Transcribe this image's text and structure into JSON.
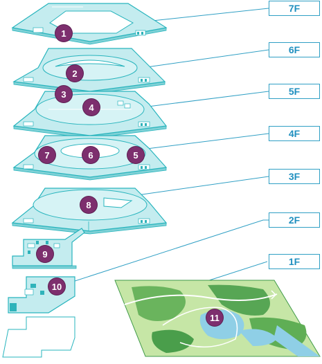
{
  "floors": [
    {
      "id": "7f",
      "label": "7F"
    },
    {
      "id": "6f",
      "label": "6F"
    },
    {
      "id": "5f",
      "label": "5F"
    },
    {
      "id": "4f",
      "label": "4F"
    },
    {
      "id": "3f",
      "label": "3F"
    },
    {
      "id": "2f",
      "label": "2F"
    },
    {
      "id": "1f",
      "label": "1F"
    }
  ],
  "markers": [
    {
      "label": "1"
    },
    {
      "label": "2"
    },
    {
      "label": "3"
    },
    {
      "label": "4"
    },
    {
      "label": "5"
    },
    {
      "label": "6"
    },
    {
      "label": "7"
    },
    {
      "label": "8"
    },
    {
      "label": "9"
    },
    {
      "label": "10"
    },
    {
      "label": "11"
    }
  ],
  "colors": {
    "floor_fill": "#bfe9ec",
    "floor_stroke": "#27b4bd",
    "label_border": "#2f9fc4",
    "label_text": "#1f8fbf",
    "marker": "#7d2f6e",
    "land_light": "#c6e6a6",
    "land_dark": "#3f9a48",
    "water": "#8fcfe6"
  }
}
